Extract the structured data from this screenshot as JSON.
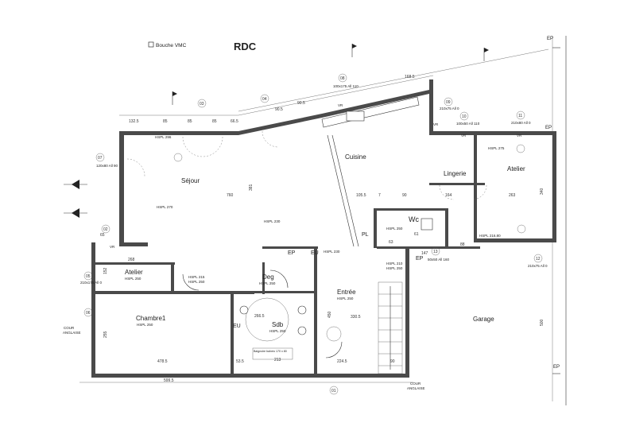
{
  "title": "RDC",
  "legend": {
    "label": "Bouche VMC"
  },
  "rooms": [
    {
      "name": "Séjour",
      "hspl": "HSPL 296"
    },
    {
      "name": "Cuisine"
    },
    {
      "name": "Lingerie"
    },
    {
      "name": "Atelier",
      "hspl": "HSPL 275"
    },
    {
      "name": "Atelier",
      "hspl": "HSPL 250"
    },
    {
      "name": "Chambre1",
      "hspl": "HSPL 250"
    },
    {
      "name": "Deg",
      "hspl": "HSPL 250"
    },
    {
      "name": "Sdb",
      "hspl": "HSPL 250"
    },
    {
      "name": "Entrée",
      "hspl": "HSPL 250"
    },
    {
      "name": "Garage"
    },
    {
      "name": "Wc"
    }
  ],
  "hspl_labels": [
    "HSPL 270",
    "HSPL 230",
    "HSPL 215",
    "HSPL 250",
    "HSPL 210",
    "HSPL 250",
    "HSPL 216,80",
    "HSPL 230",
    "HSPL 250"
  ],
  "tags": {
    "ep": "EP",
    "eu": "EU",
    "vr": "VR",
    "pl": "PL",
    "cour": "COUR",
    "anglaise": "ANGLAISE"
  },
  "bath_label": "Baignoire balnéo 170 x 80",
  "openings": [
    {
      "id": "01",
      "dim": ""
    },
    {
      "id": "02",
      "dim": ""
    },
    {
      "id": "03",
      "dim": ""
    },
    {
      "id": "04",
      "dim": ""
    },
    {
      "id": "05",
      "dim": ""
    },
    {
      "id": "06",
      "dim": "210x175 All 0"
    },
    {
      "id": "07",
      "dim": "120x80 All 90"
    },
    {
      "id": "08",
      "dim": "100x175 All 110"
    },
    {
      "id": "09",
      "dim": "210x75 All 0"
    },
    {
      "id": "10",
      "dim": "100x50 All 110"
    },
    {
      "id": "11",
      "dim": "210x80 All 0"
    },
    {
      "id": "12",
      "dim": "210x75 All 0"
    },
    {
      "id": "13",
      "dim": "50x50 All 160"
    }
  ],
  "dimensions": [
    "132.5",
    "85",
    "85",
    "85",
    "66.5",
    "90.5",
    "90.5",
    "168.5",
    "599.5",
    "478.5",
    "268",
    "760",
    "105.5",
    "90",
    "164",
    "263",
    "330.5",
    "266.5",
    "213",
    "224.5",
    "90",
    "88",
    "381",
    "340",
    "500",
    "450",
    "255",
    "152",
    "65",
    "63",
    "147",
    "7",
    "53.5",
    "61"
  ]
}
